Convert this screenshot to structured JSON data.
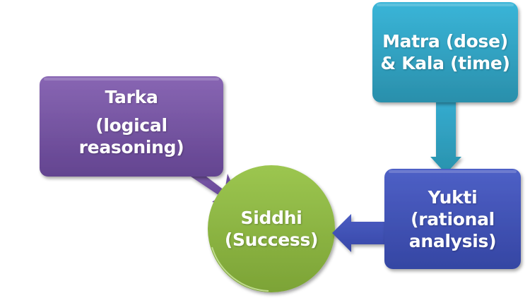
{
  "diagram": {
    "nodes": {
      "tarka": {
        "title": "Tarka",
        "subtitle": "(logical reasoning)",
        "line1": "(logical",
        "line2": "reasoning)",
        "color": "#7b5aa6"
      },
      "matra": {
        "line1": "Matra (dose)",
        "line2": "& Kala (time)",
        "color": "#31a9c8"
      },
      "yukti": {
        "line1": "Yukti",
        "line2": "(rational",
        "line3": "analysis)",
        "color": "#4455b8"
      },
      "siddhi": {
        "line1": "Siddhi",
        "line2": "(Success)",
        "color": "#8cb53d"
      }
    },
    "edges": [
      {
        "from": "Tarka (logical reasoning)",
        "to": "Siddhi (Success)"
      },
      {
        "from": "Matra (dose) & Kala (time)",
        "to": "Yukti (rational analysis)"
      },
      {
        "from": "Yukti (rational analysis)",
        "to": "Siddhi (Success)"
      }
    ]
  }
}
